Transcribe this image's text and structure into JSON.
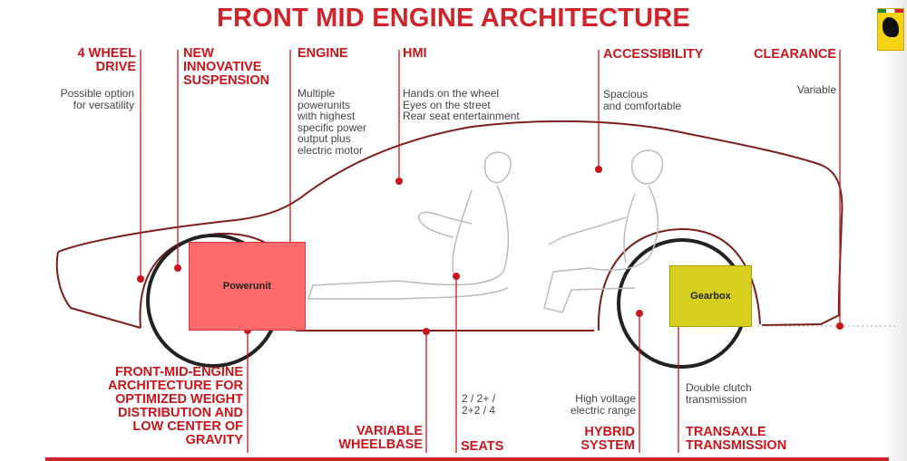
{
  "title": "FRONT MID ENGINE ARCHITECTURE",
  "colors": {
    "accent": "#d1242a",
    "powerunit": "#ff6b6b",
    "gearbox": "#d7cf1f",
    "outline": "#7d1c1c"
  },
  "logo": {
    "icon": "prancing-horse-shield-icon"
  },
  "labels": {
    "four_wheel_drive": {
      "title": "4 WHEEL\nDRIVE",
      "note": "Possible option\nfor versatility"
    },
    "suspension": {
      "title": "NEW\nINNOVATIVE\nSUSPENSION"
    },
    "engine": {
      "title": "ENGINE",
      "note": "Multiple\npowerunits\nwith highest\nspecific power\noutput plus\nelectric motor"
    },
    "hmi": {
      "title": "HMI",
      "note": "Hands on the wheel\nEyes on the street\nRear seat entertainment"
    },
    "accessibility": {
      "title": "ACCESSIBILITY",
      "note": "Spacious\nand comfortable"
    },
    "clearance": {
      "title": "CLEARANCE",
      "note": "Variable"
    },
    "front_mid_engine": {
      "title": "FRONT-MID-ENGINE\nARCHITECTURE FOR\nOPTIMIZED WEIGHT\nDISTRIBUTION AND\nLOW CENTER OF\nGRAVITY"
    },
    "wheelbase": {
      "title": "VARIABLE\nWHEELBASE"
    },
    "seats": {
      "title": "SEATS",
      "note": "2 / 2+ /\n2+2 / 4"
    },
    "hybrid": {
      "title": "HYBRID\nSYSTEM",
      "note": "High voltage\nelectric range"
    },
    "transaxle": {
      "title": "TRANSAXLE\nTRANSMISSION",
      "note": "Double clutch\ntransmission"
    }
  },
  "components": {
    "powerunit": "Powerunit",
    "gearbox": "Gearbox"
  }
}
